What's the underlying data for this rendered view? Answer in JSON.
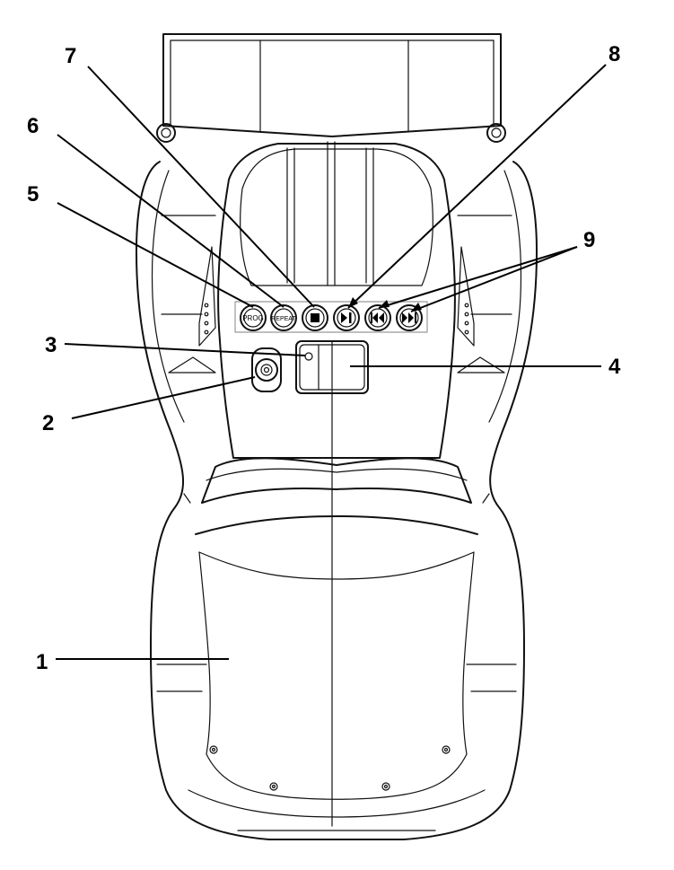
{
  "diagram": {
    "callouts": [
      {
        "id": "c1",
        "label": "1"
      },
      {
        "id": "c2",
        "label": "2"
      },
      {
        "id": "c3",
        "label": "3"
      },
      {
        "id": "c4",
        "label": "4"
      },
      {
        "id": "c5",
        "label": "5"
      },
      {
        "id": "c6",
        "label": "6"
      },
      {
        "id": "c7",
        "label": "7"
      },
      {
        "id": "c8",
        "label": "8"
      },
      {
        "id": "c9",
        "label": "9"
      }
    ],
    "buttons": {
      "prog": "PROG",
      "repeat": "REPEAT"
    },
    "icons": {
      "stop": "stop-icon",
      "play_pause": "play-pause-icon",
      "skip_back": "skip-back-icon",
      "skip_forward": "skip-forward-icon",
      "power": "power-led-icon",
      "volume_knob": "volume-knob-icon"
    }
  }
}
